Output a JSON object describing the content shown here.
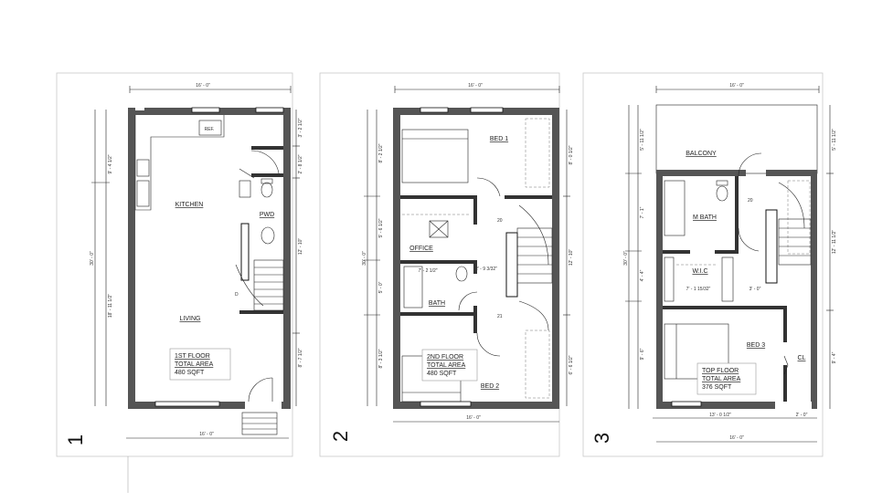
{
  "plans": [
    {
      "number": "1",
      "rooms": {
        "kitchen": "KITCHEN",
        "ref": "REF.",
        "pwd": "PWD",
        "living": "LIVING"
      },
      "area": [
        "1ST FLOOR",
        "TOTAL AREA",
        "480 SQFT"
      ],
      "stair_marks": [
        "D"
      ],
      "dims": {
        "top": "16' - 0\"",
        "bottom": "16' - 0\"",
        "left_total": "30' - 0\"",
        "left_1": "9' - 4 1/2\"",
        "left_2": "18' - 11 1/2\"",
        "right_1": "3' - 2 1/2\"",
        "right_2": "2' - 8 1/2\"",
        "right_3": "12' - 10\"",
        "right_4": "8' - 7 1/2\""
      }
    },
    {
      "number": "2",
      "rooms": {
        "bed1": "BED 1",
        "office": "OFFICE",
        "bath": "BATH",
        "bed2": "BED 2"
      },
      "area": [
        "2ND FLOOR",
        "TOTAL AREA",
        "480 SQFT"
      ],
      "stair_marks": [
        "20",
        "21"
      ],
      "dims": {
        "top": "16' - 0\"",
        "bottom": "16' - 0\"",
        "left_total": "30' - 0\"",
        "left_1": "8' - 2 1/2\"",
        "left_2": "5' - 6 1/2\"",
        "left_3": "5' - 0\"",
        "left_4": "8' - 3 1/2\"",
        "right_1": "8' - 0 1/2\"",
        "right_2": "12' - 10\"",
        "right_3": "6' - 6 1/2\"",
        "inner_1": "7' - 2 1/2\"",
        "inner_2": "2' - 9 3/32\""
      }
    },
    {
      "number": "3",
      "rooms": {
        "balcony": "BALCONY",
        "mbath": "M BATH",
        "wic": "W.I.C",
        "bed3": "BED 3",
        "cl": "CL"
      },
      "area": [
        "TOP FLOOR",
        "TOTAL AREA",
        "376 SQFT"
      ],
      "stair_marks": [
        "20"
      ],
      "dims": {
        "top": "16' - 0\"",
        "bottom": "16' - 0\"",
        "left_total": "30' - 0\"",
        "left_1": "5' - 11 1/2\"",
        "left_2": "7' - 1\"",
        "left_3": "4' - 4\"",
        "left_4": "9' - 6\"",
        "right_1": "5' - 11 1/2\"",
        "right_2": "12' - 11 1/2\"",
        "right_3": "9' - 4\"",
        "inner_1": "7' - 1 15/32\"",
        "inner_2": "3' - 0\"",
        "bottom_1": "13' - 0 1/2\"",
        "bottom_2": "2' - 0\""
      }
    }
  ]
}
